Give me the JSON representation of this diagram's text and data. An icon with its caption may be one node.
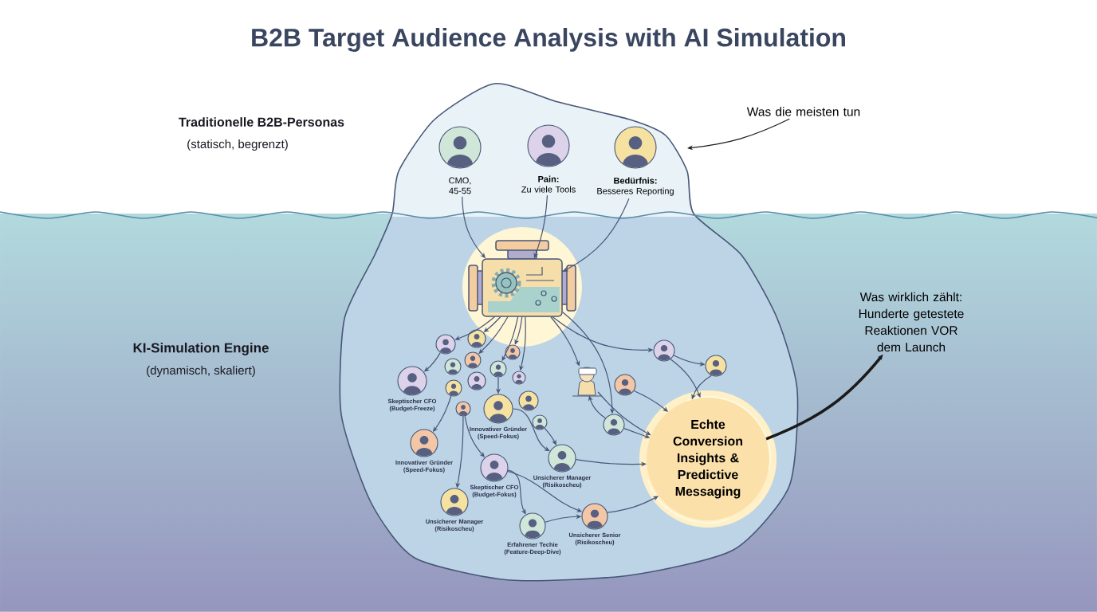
{
  "diagram": {
    "title": "B2B Target Audience Analysis with AI Simulation",
    "nodes": [
      {
        "text": [
          "CMO, 45-55"
        ]
      },
      {
        "text": [
          "Pain:",
          "Zu viele Tools"
        ]
      },
      {
        "text": [
          "Bedürfnis:",
          "Besseres Reporting"
        ]
      },
      {
        "text": [],
        "shape": "picture"
      },
      {
        "text": [
          "Echte Conversion Insights & Predictive Messaging"
        ]
      },
      {
        "text": [
          "Was die meisten tun"
        ]
      },
      {
        "text": [
          "Was wirklich zählt: Hunderte getestete Reaktionen VOR dem Launch"
        ]
      },
      {
        "text": [
          "Skeptischer CFO (Budget-Freeze)"
        ]
      },
      {
        "text": [
          "Innovativer Gründer (Speed-Fokus)"
        ]
      },
      {
        "text": [
          "Innovativer Gründer (Speed-Fokus)"
        ]
      },
      {
        "text": [
          "Unsicherer Manager (Risikoscheu)"
        ]
      },
      {
        "text": [
          "Skeptischer CFO (Budget-Fokus)"
        ]
      },
      {
        "text": [
          "Unsicherer Manager (Risikoscheu)"
        ]
      },
      {
        "text": [
          "Unsicherer Senior (Risikoscheu)"
        ]
      },
      {
        "text": [
          "Erfahrener Techie (Feature-Deep-Dive)"
        ]
      },
      {
        "text": [],
        "shape": "circle"
      },
      {
        "text": [],
        "shape": "circle"
      },
      {
        "text": [],
        "shape": "circle"
      },
      {
        "text": [],
        "shape": "circle"
      },
      {
        "text": [],
        "shape": "circle"
      },
      {
        "text": [],
        "shape": "circle"
      },
      {
        "text": [],
        "shape": "circle"
      },
      {
        "text": [],
        "shape": "circle"
      },
      {
        "text": [],
        "shape": "circle"
      },
      {
        "text": [],
        "shape": "circle"
      },
      {
        "text": [],
        "shape": "circle"
      },
      {
        "text": [],
        "shape": "circle"
      },
      {
        "text": [],
        "shape": "circle"
      },
      {
        "text": [],
        "shape": "circle"
      },
      {
        "text": [],
        "shape": "circle"
      },
      {
        "text": [],
        "shape": "circle"
      },
      {
        "text": [],
        "shape": "picture"
      }
    ],
    "edges": [
      {
        "from": 0,
        "to": 3,
        "arrow": "to"
      },
      {
        "from": 1,
        "to": 3,
        "arrow": "to"
      },
      {
        "from": 2,
        "to": 3,
        "arrow": "to"
      },
      {
        "from": 3,
        "to": 15,
        "arrow": "to"
      },
      {
        "from": 3,
        "to": 16,
        "arrow": "to"
      },
      {
        "from": 3,
        "to": 17,
        "arrow": "to"
      },
      {
        "from": 3,
        "to": 21,
        "arrow": "to"
      },
      {
        "from": 3,
        "to": 22,
        "arrow": "to"
      },
      {
        "from": 3,
        "to": 23,
        "arrow": "to"
      },
      {
        "from": 15,
        "to": 7,
        "arrow": "to"
      },
      {
        "from": 20,
        "to": 9,
        "arrow": "to"
      },
      {
        "from": 25,
        "to": 12,
        "arrow": "to"
      },
      {
        "from": 25,
        "to": 11,
        "arrow": "to"
      },
      {
        "from": 22,
        "to": 8,
        "arrow": "to"
      },
      {
        "from": 26,
        "to": 10,
        "arrow": "to"
      },
      {
        "from": 8,
        "to": 10,
        "arrow": "to"
      },
      {
        "from": 11,
        "to": 14,
        "arrow": "to"
      },
      {
        "from": 11,
        "to": 13,
        "arrow": "to"
      },
      {
        "from": 14,
        "to": 13,
        "arrow": "to"
      },
      {
        "from": 3,
        "to": 31,
        "arrow": "to"
      },
      {
        "from": 3,
        "to": 27,
        "arrow": "to"
      },
      {
        "from": 3,
        "to": 30,
        "arrow": "to"
      },
      {
        "from": 27,
        "to": 28,
        "arrow": "to"
      },
      {
        "from": 27,
        "to": 4,
        "arrow": "to"
      },
      {
        "from": 28,
        "to": 4,
        "arrow": "to"
      },
      {
        "from": 29,
        "to": 4,
        "arrow": "to"
      },
      {
        "from": 30,
        "to": 31,
        "arrow": "to"
      },
      {
        "from": 30,
        "to": 4,
        "arrow": "to"
      },
      {
        "from": 10,
        "to": 4,
        "arrow": "to"
      },
      {
        "from": 13,
        "to": 4,
        "arrow": "to"
      },
      {
        "from": 31,
        "to": 4,
        "arrow": "to"
      },
      {
        "from": 4,
        "to": 6,
        "arrow": "to",
        "style": "thick",
        "color": "#1a1a1a"
      },
      {
        "from": 5,
        "to": null,
        "arrow": "to",
        "color": "#1a1a1a"
      }
    ],
    "labels": [
      "Traditionelle B2B-Personas",
      "(statisch, begrenzt)",
      "KI-Simulation Engine",
      "(dynamisch, skaliert)"
    ]
  }
}
